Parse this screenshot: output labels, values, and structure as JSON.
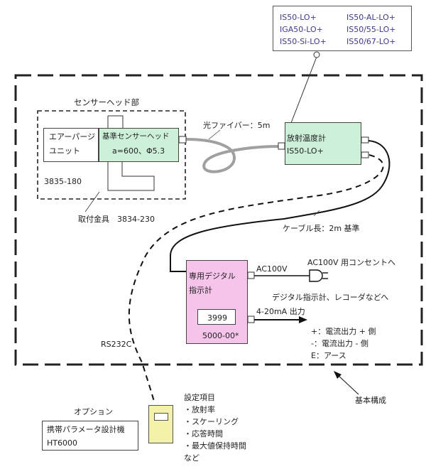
{
  "models": {
    "items": [
      "IS50-LO+",
      "IS50-AL-LO+",
      "IGA50-LO+",
      "IS50/55-LO+",
      "IS50-Si-LO+",
      "IS50/67-LO+"
    ]
  },
  "sensor_head": {
    "title": "センサーヘッド部",
    "air_purge_line1": "エアーパージ",
    "air_purge_line2": "ユニット",
    "standard_head": "基準センサーヘッド",
    "spec": "a=600、Φ5.3",
    "part_no": "3835-180",
    "bracket": "取付金具　3834-230"
  },
  "fiber_label": "光ファイバー：5m",
  "thermometer": {
    "line1": "放射温度計",
    "line2": "IS50-LO+"
  },
  "cable_label": "ケーブル長：2m 基準",
  "indicator": {
    "line1": "専用デジタル",
    "line2": "指示計",
    "display": "3999",
    "part_no": "5000-00*"
  },
  "ac_label": "AC100V",
  "outlet_label": "AC100V 用コンセントへ",
  "output_to": "デジタル指示計、レコーダなどへ",
  "output_signal": "4-20mA 出力",
  "terminals": [
    "+：電流出力 + 側",
    "-：電流出力 - 側",
    "E：アース"
  ],
  "rs232c": "RS232C",
  "basic_config": "基本構成",
  "option": {
    "title": "オプション",
    "line1": "携帯パラメータ設計機",
    "line2": "HT6000"
  },
  "settings": {
    "title": "設定項目",
    "items": [
      "・放射率",
      "・スケーリング",
      "・応答時間",
      "・最大値保持時間",
      "など"
    ]
  }
}
